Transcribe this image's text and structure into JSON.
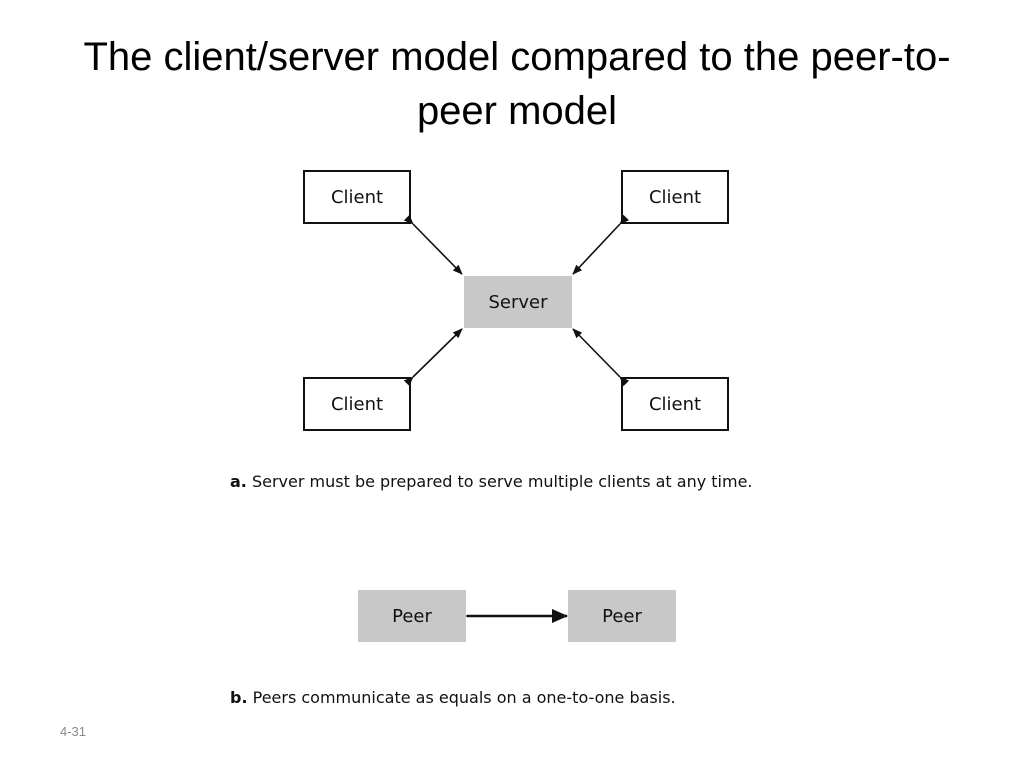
{
  "slide": {
    "title": "The client/server model compared to the peer-to-peer model",
    "slide_number": "4-31"
  },
  "diagram_a": {
    "clients": [
      "Client",
      "Client",
      "Client",
      "Client"
    ],
    "server_label": "Server",
    "caption_prefix": "a.",
    "caption_text": " Server must be prepared to serve multiple clients at any time."
  },
  "diagram_b": {
    "peers": [
      "Peer",
      "Peer"
    ],
    "caption_prefix": "b.",
    "caption_text": " Peers communicate as equals on a one-to-one basis."
  },
  "colors": {
    "box_fill": "#c8c8c8",
    "stroke": "#111111",
    "slide_number": "#8a8a8a"
  }
}
